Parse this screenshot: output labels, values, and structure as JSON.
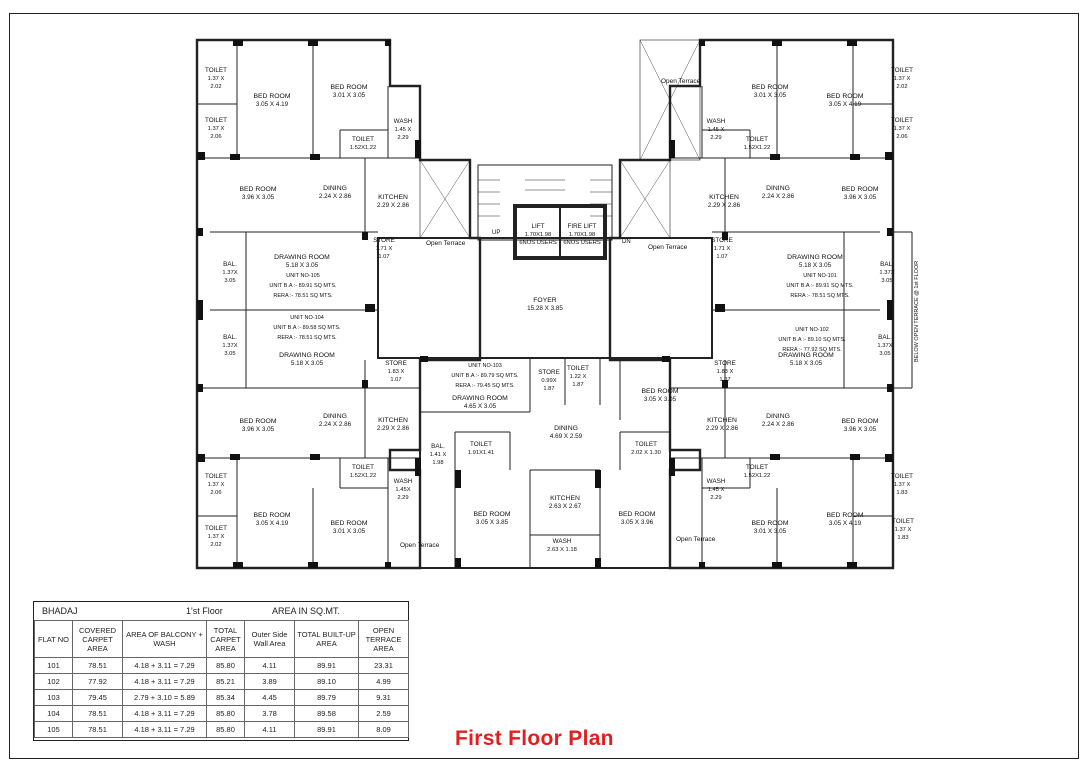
{
  "caption": "First Floor Plan",
  "rooms": [
    {
      "id": "tl-toilet1",
      "name": "TOILET",
      "dim": [
        "1.37 X",
        "2.02"
      ]
    },
    {
      "id": "tl-bed1",
      "name": "BED ROOM",
      "dim": [
        "3.05 X 4.19"
      ]
    },
    {
      "id": "tl-bed2",
      "name": "BED ROOM",
      "dim": [
        "3.01 X 3.05"
      ]
    },
    {
      "id": "tl-wash",
      "name": "WASH",
      "dim": [
        "1.45 X",
        "2.29"
      ]
    },
    {
      "id": "tl-toilet2",
      "name": "TOILET",
      "dim": [
        "1.37 X",
        "2.06"
      ]
    },
    {
      "id": "tl-toilet3",
      "name": "TOILET",
      "dim": [
        "1.52X1.22"
      ]
    },
    {
      "id": "tl-bed3",
      "name": "BED ROOM",
      "dim": [
        "3.96 X 3.05"
      ]
    },
    {
      "id": "tl-dining",
      "name": "DINING",
      "dim": [
        "2.24 X 2.86"
      ]
    },
    {
      "id": "tl-kitchen",
      "name": "KITCHEN",
      "dim": [
        "2.29 X 2.86"
      ]
    },
    {
      "id": "tl-store",
      "name": "STORE",
      "dim": [
        "1.71 X",
        "1.07"
      ]
    },
    {
      "id": "tl-bal",
      "name": "BAL.",
      "dim": [
        "1.37X",
        "3.05"
      ]
    },
    {
      "id": "tl-drawing",
      "name": "DRAWING ROOM",
      "dim": [
        "5.18 X 3.05"
      ]
    },
    {
      "id": "ml-bal",
      "name": "BAL.",
      "dim": [
        "1.37X",
        "3.05"
      ]
    },
    {
      "id": "ml-drawing",
      "name": "DRAWING ROOM",
      "dim": [
        "5.18 X 3.05"
      ]
    },
    {
      "id": "ml-store",
      "name": "STORE",
      "dim": [
        "1.83 X",
        "1.07"
      ]
    },
    {
      "id": "bl-bed3",
      "name": "BED ROOM",
      "dim": [
        "3.96 X 3.05"
      ]
    },
    {
      "id": "bl-dining",
      "name": "DINING",
      "dim": [
        "2.24 X 2.86"
      ]
    },
    {
      "id": "bl-kitchen",
      "name": "KITCHEN",
      "dim": [
        "2.29 X 2.86"
      ]
    },
    {
      "id": "bl-toilet2",
      "name": "TOILET",
      "dim": [
        "1.37 X",
        "2.06"
      ]
    },
    {
      "id": "bl-toilet3",
      "name": "TOILET",
      "dim": [
        "1.52X1.22"
      ]
    },
    {
      "id": "bl-wash",
      "name": "WASH",
      "dim": [
        "1.45X",
        "2.29"
      ]
    },
    {
      "id": "bl-bed1",
      "name": "BED ROOM",
      "dim": [
        "3.05 X 4.19"
      ]
    },
    {
      "id": "bl-bed2",
      "name": "BED ROOM",
      "dim": [
        "3.01 X 3.05"
      ]
    },
    {
      "id": "bl-toilet1",
      "name": "TOILET",
      "dim": [
        "1.37 X",
        "2.02"
      ]
    },
    {
      "id": "tr-toilet1",
      "name": "TOILET",
      "dim": [
        "1.37 X",
        "2.02"
      ]
    },
    {
      "id": "tr-bed1",
      "name": "BED ROOM",
      "dim": [
        "3.05 X 4.19"
      ]
    },
    {
      "id": "tr-bed2",
      "name": "BED ROOM",
      "dim": [
        "3.01 X 3.05"
      ]
    },
    {
      "id": "tr-wash",
      "name": "WASH",
      "dim": [
        "1.45 X",
        "2.29"
      ]
    },
    {
      "id": "tr-toilet2",
      "name": "TOILET",
      "dim": [
        "1.37 X",
        "2.06"
      ]
    },
    {
      "id": "tr-toilet3",
      "name": "TOILET",
      "dim": [
        "1.52X1.22"
      ]
    },
    {
      "id": "tr-bed3",
      "name": "BED ROOM",
      "dim": [
        "3.96 X 3.05"
      ]
    },
    {
      "id": "tr-dining",
      "name": "DINING",
      "dim": [
        "2.24 X 2.86"
      ]
    },
    {
      "id": "tr-kitchen",
      "name": "KITCHEN",
      "dim": [
        "2.29 X 2.86"
      ]
    },
    {
      "id": "tr-store",
      "name": "STORE",
      "dim": [
        "1.71 X",
        "1.07"
      ]
    },
    {
      "id": "tr-bal",
      "name": "BAL.",
      "dim": [
        "1.37X",
        "3.05"
      ]
    },
    {
      "id": "tr-drawing",
      "name": "DRAWING ROOM",
      "dim": [
        "5.18 X 3.05"
      ]
    },
    {
      "id": "mr-bal",
      "name": "BAL.",
      "dim": [
        "1.37X",
        "3.05"
      ]
    },
    {
      "id": "mr-drawing",
      "name": "DRAWING ROOM",
      "dim": [
        "5.18 X 3.05"
      ]
    },
    {
      "id": "mr-store",
      "name": "STORE",
      "dim": [
        "1.83 X",
        "1.07"
      ]
    },
    {
      "id": "br-bed3",
      "name": "BED ROOM",
      "dim": [
        "3.96 X 3.05"
      ]
    },
    {
      "id": "br-dining",
      "name": "DINING",
      "dim": [
        "2.24 X 2.86"
      ]
    },
    {
      "id": "br-kitchen",
      "name": "KITCHEN",
      "dim": [
        "2.29 X 2.86"
      ]
    },
    {
      "id": "br-toilet2",
      "name": "TOILET",
      "dim": [
        "1.37 X",
        "1.83"
      ]
    },
    {
      "id": "br-toilet3",
      "name": "TOILET",
      "dim": [
        "1.52X1.22"
      ]
    },
    {
      "id": "br-wash",
      "name": "WASH",
      "dim": [
        "1.45 X",
        "2.29"
      ]
    },
    {
      "id": "br-bed1",
      "name": "BED ROOM",
      "dim": [
        "3.05 X 4.19"
      ]
    },
    {
      "id": "br-bed2",
      "name": "BED ROOM",
      "dim": [
        "3.01 X 3.05"
      ]
    },
    {
      "id": "br-toilet1",
      "name": "TOILET",
      "dim": [
        "1.37 X",
        "1.83"
      ]
    },
    {
      "id": "foyer",
      "name": "FOYER",
      "dim": [
        "15.28 X 3.85"
      ]
    },
    {
      "id": "lift",
      "name": "LIFT",
      "dim": [
        "1.70X1.98",
        "6NOS USERS"
      ]
    },
    {
      "id": "firelift",
      "name": "FIRE LIFT",
      "dim": [
        "1.70X1.98",
        "6NOS USERS"
      ]
    },
    {
      "id": "c-drawing",
      "name": "DRAWING ROOM",
      "dim": [
        "4.65 X 3.05"
      ]
    },
    {
      "id": "c-store",
      "name": "STORE",
      "dim": [
        "0.99X",
        "1.87"
      ]
    },
    {
      "id": "c-toilet-a",
      "name": "TOILET",
      "dim": [
        "1.22 X",
        "1.87"
      ]
    },
    {
      "id": "c-bed-a",
      "name": "BED ROOM",
      "dim": [
        "3.05 X 3.05"
      ]
    },
    {
      "id": "c-dining",
      "name": "DINING",
      "dim": [
        "4.69 X 2.59"
      ]
    },
    {
      "id": "c-bal",
      "name": "BAL.",
      "dim": [
        "1.41 X",
        "1.98"
      ]
    },
    {
      "id": "c-toilet-b",
      "name": "TOILET",
      "dim": [
        "1.91X1.41"
      ]
    },
    {
      "id": "c-toilet-c",
      "name": "TOILET",
      "dim": [
        "2.02 X 1.30"
      ]
    },
    {
      "id": "c-bed-b",
      "name": "BED ROOM",
      "dim": [
        "3.05 X 3.85"
      ]
    },
    {
      "id": "c-kitchen",
      "name": "KITCHEN",
      "dim": [
        "2.63 X 2.67"
      ]
    },
    {
      "id": "c-wash",
      "name": "WASH",
      "dim": [
        "2.63 X 1.18"
      ]
    },
    {
      "id": "c-bed-c",
      "name": "BED ROOM",
      "dim": [
        "3.05 X 3.96"
      ]
    }
  ],
  "terraces": [
    "Open Terrace",
    "Open Terrace",
    "Open Terrace",
    "Open Terrace",
    "Open Terrace"
  ],
  "stair": {
    "up": "UP",
    "dn": "DN"
  },
  "side_note": "BELOW OPEN TERRACE @ 1st FLOOR",
  "units": [
    {
      "unit": "UNIT NO-105",
      "uba": "UNIT B.A :- 89.91 SQ MTS.",
      "rera": "RERA :- 78.51 SQ MTS."
    },
    {
      "unit": "UNIT NO-104",
      "uba": "UNIT B.A :- 89.58 SQ MTS.",
      "rera": "RERA :- 78.51 SQ MTS."
    },
    {
      "unit": "UNIT NO-103",
      "uba": "UNIT B.A :- 89.79 SQ MTS.",
      "rera": "RERA :- 79.45 SQ MTS."
    },
    {
      "unit": "UNIT NO-101",
      "uba": "UNIT B.A :- 89.91 SQ MTS.",
      "rera": "RERA :- 78.51 SQ MTS."
    },
    {
      "unit": "UNIT NO-102",
      "uba": "UNIT B.A :- 89.10 SQ MTS.",
      "rera": "RERA :- 77.92 SQ MTS."
    }
  ],
  "table": {
    "title_left": "BHADAJ",
    "title_mid": "1'st Floor",
    "title_right": "AREA IN SQ.MT.",
    "headers": [
      "FLAT NO",
      "COVERED CARPET AREA",
      "AREA OF BALCONY + WASH",
      "TOTAL CARPET AREA",
      "Outer Side Wall Area",
      "TOTAL BUILT-UP AREA",
      "OPEN TERRACE AREA"
    ],
    "rows": [
      [
        "101",
        "78.51",
        "4.18 + 3.11 = 7.29",
        "85.80",
        "4.11",
        "89.91",
        "23.31"
      ],
      [
        "102",
        "77.92",
        "4.18 + 3.11 = 7.29",
        "85.21",
        "3.89",
        "89.10",
        "4.99"
      ],
      [
        "103",
        "79.45",
        "2.79 + 3.10 = 5.89",
        "85.34",
        "4.45",
        "89.79",
        "9.31"
      ],
      [
        "104",
        "78.51",
        "4.18 + 3.11 = 7.29",
        "85.80",
        "3.78",
        "89.58",
        "2.59"
      ],
      [
        "105",
        "78.51",
        "4.18 + 3.11 = 7.29",
        "85.80",
        "4.11",
        "89.91",
        "8.09"
      ]
    ]
  }
}
